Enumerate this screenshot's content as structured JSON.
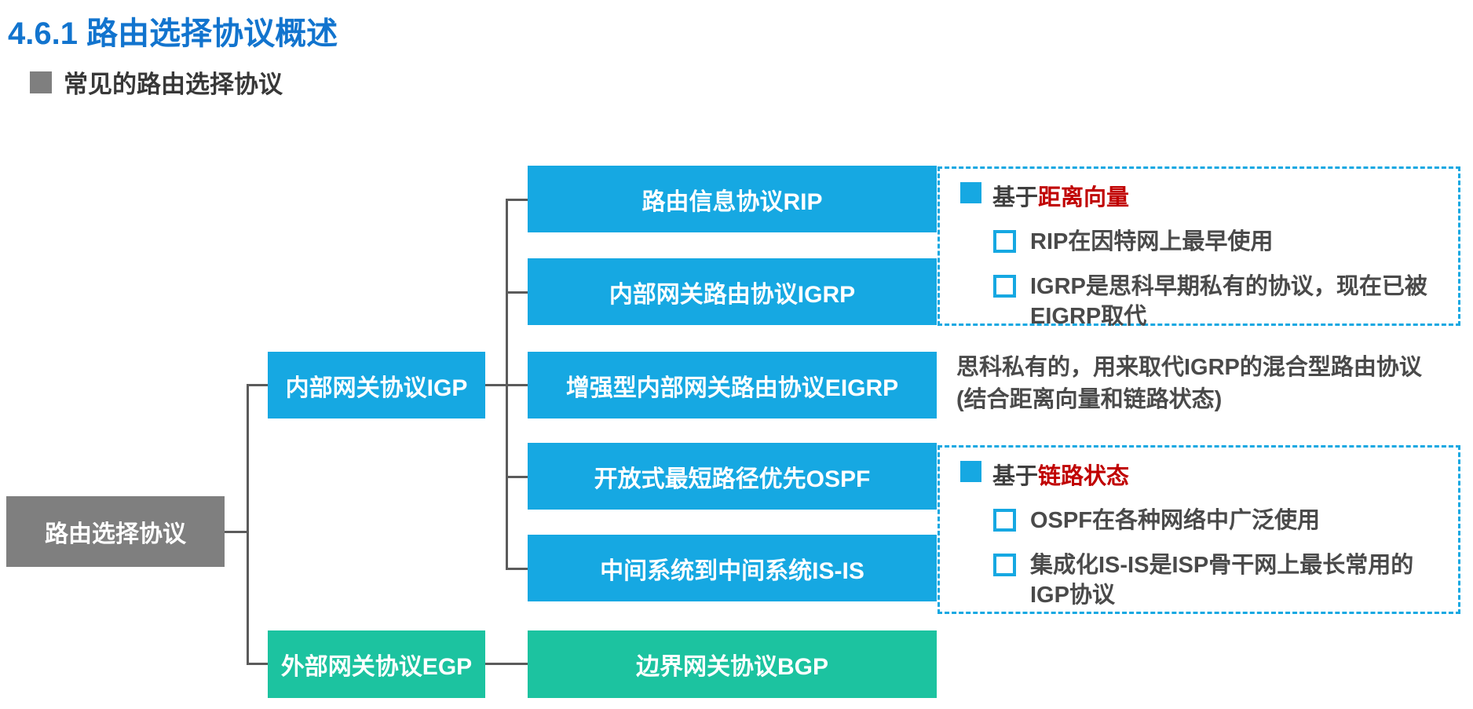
{
  "header": {
    "title": "4.6.1 路由选择协议概述",
    "subtitle": "常见的路由选择协议"
  },
  "tree": {
    "root": {
      "label": "路由选择协议"
    },
    "level2": [
      {
        "id": "igp",
        "label": "内部网关协议IGP"
      },
      {
        "id": "egp",
        "label": "外部网关协议EGP"
      }
    ],
    "level3": [
      {
        "id": "rip",
        "label": "路由信息协议RIP"
      },
      {
        "id": "igrp",
        "label": "内部网关路由协议IGRP"
      },
      {
        "id": "eigrp",
        "label": "增强型内部网关路由协议EIGRP"
      },
      {
        "id": "ospf",
        "label": "开放式最短路径优先OSPF"
      },
      {
        "id": "isis",
        "label": "中间系统到中间系统IS-IS"
      },
      {
        "id": "bgp",
        "label": "边界网关协议BGP"
      }
    ]
  },
  "annotations": {
    "distance_vector_box": {
      "heading_prefix": "基于",
      "heading_highlight": "距离向量",
      "items": [
        "RIP在因特网上最早使用",
        "IGRP是思科早期私有的协议，现在已被EIGRP取代"
      ]
    },
    "eigrp_note": {
      "line1": "思科私有的，用来取代IGRP的混合型路由协议",
      "line2": "(结合距离向量和链路状态)"
    },
    "link_state_box": {
      "heading_prefix": "基于",
      "heading_highlight": "链路状态",
      "items": [
        "OSPF在各种网络中广泛使用",
        "集成化IS-IS是ISP骨干网上最长常用的IGP协议"
      ]
    }
  },
  "colors": {
    "title_blue": "#1274CE",
    "node_blue": "#16A8E2",
    "node_teal": "#1CC3A0",
    "node_gray": "#7F7F7F",
    "highlight_red": "#C00000",
    "text_dark": "#3F3F3F",
    "connector": "#5B5B5B",
    "dashed_border": "#16A8E2"
  }
}
